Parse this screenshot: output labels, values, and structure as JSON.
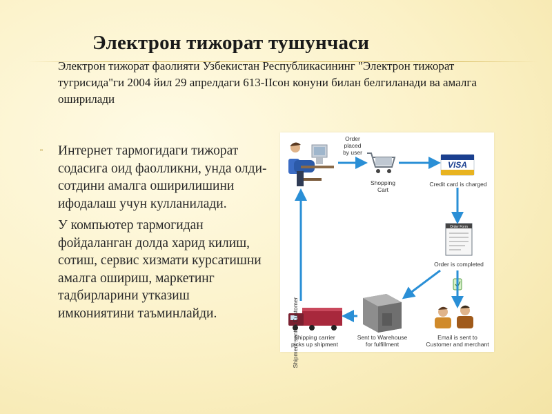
{
  "slide": {
    "title": "Электрон тижорат тушунчаси",
    "subtitle": "Электрон тижорат фаолияти Узбекистан Республикасининг \"Электрон тижорат тугрисида\"ги 2004 йил 29 апрелдаги 613-IIсон конуни билан белгиланади ва амалга оширилади",
    "bullets": [
      "Интернет тармогидаги тижорат содасига оид фаолликни, унда олди-сотдини амалга оширилишини ифодалаш учун кулланилади.",
      "У компьютер тармогидан фойдаланган долда харид килиш, сотиш, сервис хизмати курсатишни амалга ошириш, маркетинг тадбирларини утказиш имкониятини таъминлайди."
    ]
  },
  "diagram": {
    "order_placed": "Order\nplaced\nby user",
    "shopping_cart": "Shopping\nCart",
    "credit_card": "Credit card is charged",
    "visa_text": "VISA",
    "order_form_header": "Order Form",
    "order_completed": "Order is completed",
    "email_sent": "Email is sent to\nCustomer and merchant",
    "warehouse": "Sent to Warehouse\nfor fulfillment",
    "shipping_carrier": "Shipping carrier\npicks up shipment",
    "shipment_sent": "Shipment sent to Customer"
  },
  "colors": {
    "arrow_blue": "#2a8fd6",
    "visa_blue": "#1a3f8f",
    "visa_gold": "#e8b320",
    "truck_red": "#a8283c"
  }
}
